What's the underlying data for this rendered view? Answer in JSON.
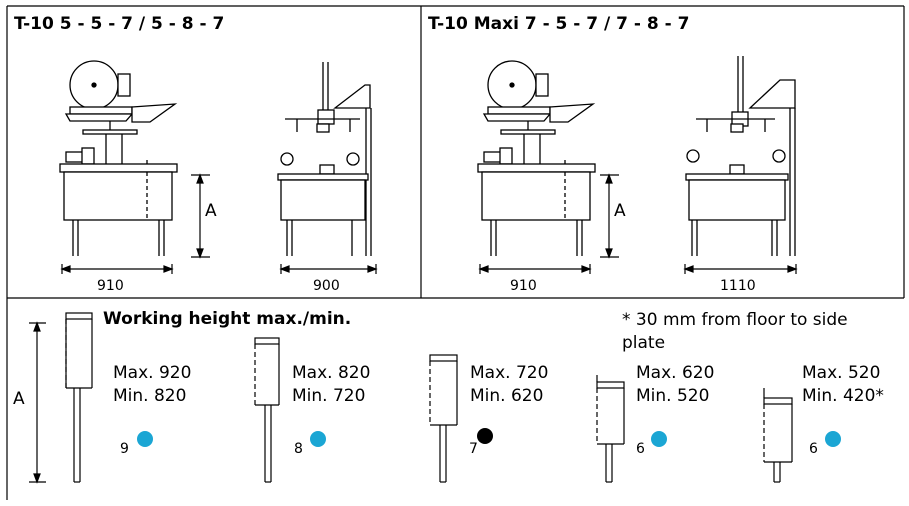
{
  "panel_left": {
    "title": "T-10  5 - 5 - 7 / 5 - 8 - 7",
    "width_front": "910",
    "width_side": "900",
    "height_label": "A"
  },
  "panel_right": {
    "title": "T-10 Maxi  7 - 5 - 7 / 7 - 8 - 7",
    "width_front": "910",
    "width_side": "1110",
    "height_label": "A"
  },
  "bottom": {
    "heading": "Working height max./min.",
    "note": "* 30 mm from floor to side plate",
    "height_label": "A",
    "legs": [
      {
        "max": "Max. 920",
        "min": "Min. 820",
        "number": "9",
        "dot_color": "#1BA6D4"
      },
      {
        "max": "Max. 820",
        "min": "Min. 720",
        "number": "8",
        "dot_color": "#1BA6D4"
      },
      {
        "max": "Max. 720",
        "min": "Min. 620",
        "number": "7",
        "dot_color": "#000000"
      },
      {
        "max": "Max. 620",
        "min": "Min. 520",
        "number": "6",
        "dot_color": "#1BA6D4"
      },
      {
        "max": "Max. 520",
        "min": "Min. 420*",
        "number": "6",
        "dot_color": "#1BA6D4"
      }
    ]
  }
}
